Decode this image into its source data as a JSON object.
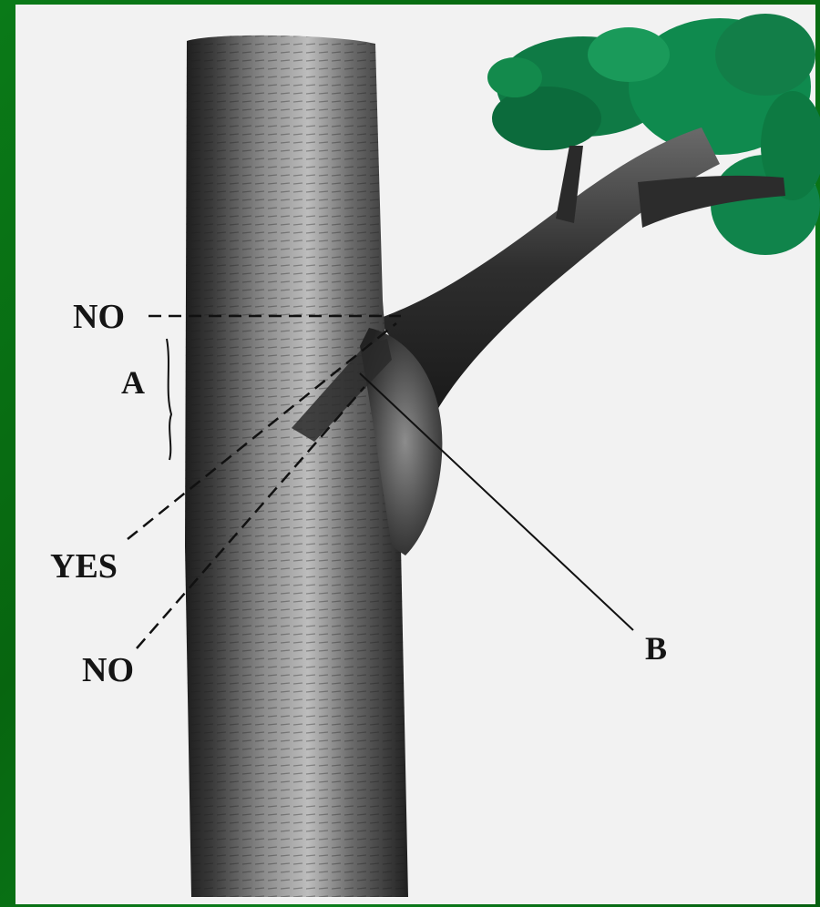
{
  "colors": {
    "frame": "#0b6b14",
    "paper": "#f2f2f2",
    "bark_dark": "#2a2a2a",
    "bark_light": "#9a9a9a",
    "foliage": "#0f8a4a"
  },
  "labels": {
    "no_top": "NO",
    "a": "A",
    "yes": "YES",
    "no_bottom": "NO",
    "b": "B"
  }
}
